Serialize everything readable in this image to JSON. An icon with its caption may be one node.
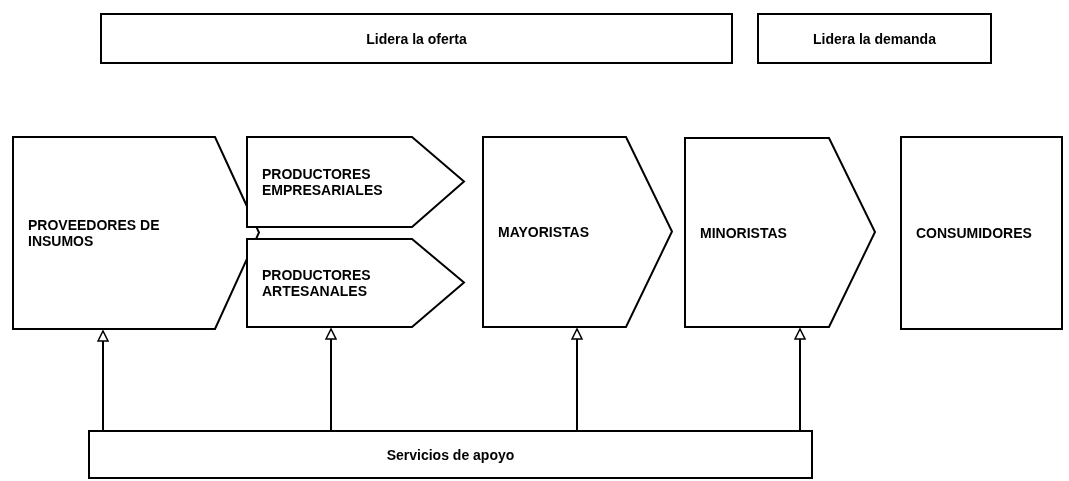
{
  "diagram": {
    "nodes": [
      {
        "text": [
          "Lidera la oferta"
        ]
      },
      {
        "text": [
          "Lidera la demanda"
        ]
      },
      {
        "text": [
          "PROVEEDORES DE INSUMOS"
        ]
      },
      {
        "text": [
          "PRODUCTORES EMPRESARIALES"
        ]
      },
      {
        "text": [
          "PRODUCTORES ARTESANALES"
        ]
      },
      {
        "text": [
          "MAYORISTAS"
        ]
      },
      {
        "text": [
          "MINORISTAS"
        ]
      },
      {
        "text": [
          "CONSUMIDORES"
        ]
      },
      {
        "text": [
          "Servicios de apoyo"
        ]
      }
    ],
    "edges": [
      {
        "from": 8,
        "to": 2,
        "arrow": "to"
      },
      {
        "from": 8,
        "to": 4,
        "arrow": "to"
      },
      {
        "from": 8,
        "to": 5,
        "arrow": "to"
      },
      {
        "from": 8,
        "to": 6,
        "arrow": "to"
      }
    ]
  }
}
